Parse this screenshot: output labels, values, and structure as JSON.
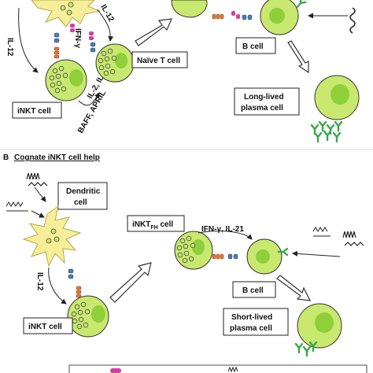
{
  "panel_a": {
    "cytokine_il12_left": "IL-12",
    "cytokine_il12_top": "IL-12",
    "cytokine_ifng": "IFN-γ",
    "cytokines_mixed_1": "IL-2, IL-4,",
    "cytokines_mixed_2": "BAFF, APRIL",
    "inkt_cell": "iNKT cell",
    "naive_t_cell": "Naïve T cell",
    "b_cell": "B cell",
    "long_lived_1": "Long-lived",
    "long_lived_2": "plasma cell"
  },
  "panel_b": {
    "letter": "B",
    "title": "Cognate iNKT cell help",
    "dendritic_1": "Dendritic",
    "dendritic_2": "cell",
    "inkt_fh_prefix": "iNKT",
    "inkt_fh_sub": "FH",
    "inkt_fh_suffix": " cell",
    "cytokines": "IFN-γ, IL-21",
    "il12": "IL-12",
    "inkt_cell": "iNKT cell",
    "b_cell": "B cell",
    "short_lived_1": "Short-lived",
    "short_lived_2": "plasma cell"
  },
  "colors": {
    "cell_fill": "#c9e86f",
    "nucleus": "#8fcf3a",
    "dendritic": "#f7ee9a",
    "antibody": "#3aa648",
    "tcr_blue": "#4a7fc0",
    "cd1d_orange": "#e87a2a",
    "pink": "#d040a0"
  }
}
